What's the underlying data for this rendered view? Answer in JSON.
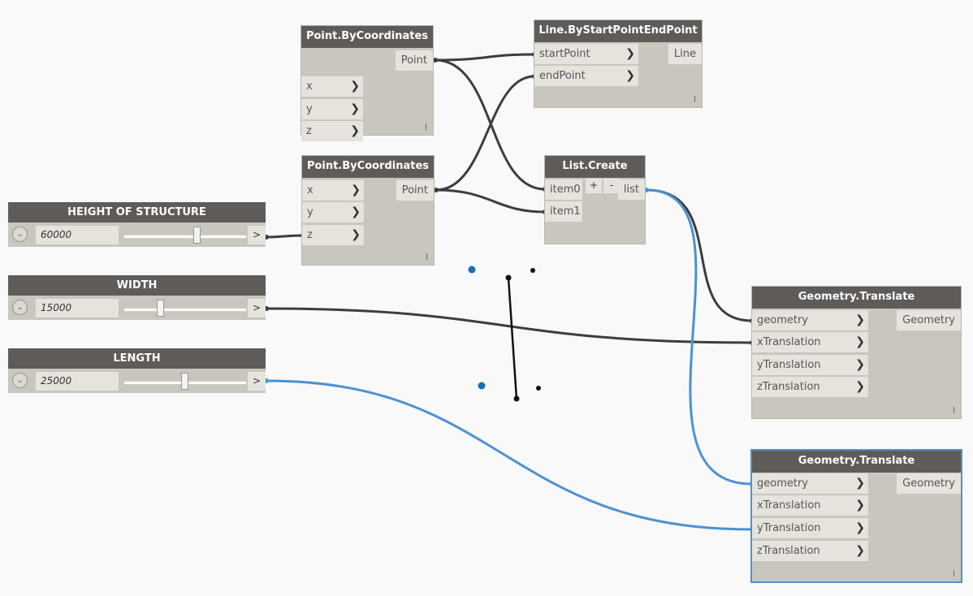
{
  "nodes": {
    "point1": {
      "title": "Point.ByCoordinates",
      "inputs": [
        "x",
        "y",
        "z"
      ],
      "output": "Point"
    },
    "point2": {
      "title": "Point.ByCoordinates",
      "inputs": [
        "x",
        "y",
        "z"
      ],
      "output": "Point"
    },
    "line": {
      "title": "Line.ByStartPointEndPoint",
      "inputs": [
        "startPoint",
        "endPoint"
      ],
      "output": "Line"
    },
    "list": {
      "title": "List.Create",
      "inputs": [
        "item0",
        "item1"
      ],
      "add_label": "+",
      "remove_label": "-",
      "output": "list"
    },
    "translate1": {
      "title": "Geometry.Translate",
      "inputs": [
        "geometry",
        "xTranslation",
        "yTranslation",
        "zTranslation"
      ],
      "output": "Geometry"
    },
    "translate2": {
      "title": "Geometry.Translate",
      "inputs": [
        "geometry",
        "xTranslation",
        "yTranslation",
        "zTranslation"
      ],
      "output": "Geometry"
    }
  },
  "sliders": {
    "height": {
      "title": "HEIGHT OF STRUCTURE",
      "value": "60000",
      "position": 0.6,
      "out_label": ">"
    },
    "width": {
      "title": "WIDTH",
      "value": "15000",
      "position": 0.3,
      "out_label": ">"
    },
    "length": {
      "title": "LENGTH",
      "value": "25000",
      "position": 0.5,
      "out_label": ">"
    }
  },
  "colors": {
    "wire_default": "#3d3d3d",
    "wire_selected": "#4b92d2",
    "preview_selected": "#1a6fb3",
    "node_header": "#5f5b58",
    "node_body": "#c9c6be",
    "port_bg": "#e6e3dd"
  }
}
